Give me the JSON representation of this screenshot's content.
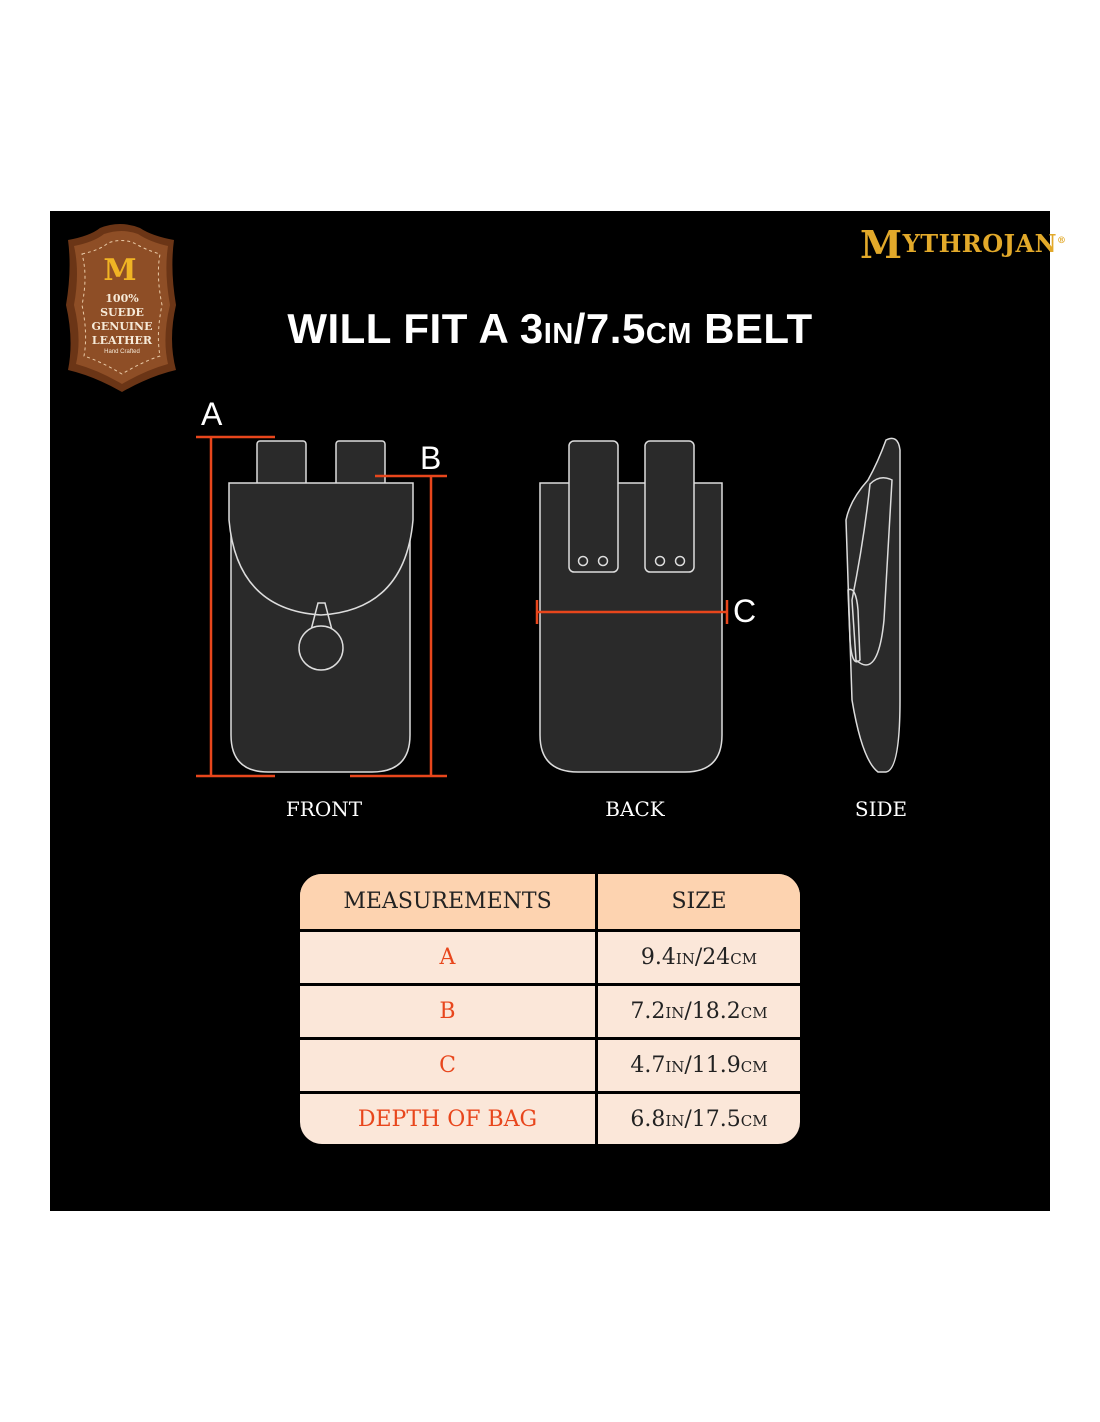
{
  "brand": {
    "logo_initial": "M",
    "logo_rest": "YTHROJAN",
    "registered": "®"
  },
  "badge": {
    "lines": [
      "100%",
      "SUEDE",
      "GENUINE",
      "LEATHER"
    ],
    "subtitle": "Hand Crafted"
  },
  "title": "WILL FIT A 3in/7.5cm BELT",
  "diagram": {
    "dimension_labels": {
      "a": "A",
      "b": "B",
      "c": "C"
    },
    "views": {
      "front": "FRONT",
      "back": "BACK",
      "side": "SIDE"
    }
  },
  "table": {
    "headers": [
      "MEASUREMENTS",
      "SIZE"
    ],
    "rows": [
      {
        "measurement": "A",
        "size": "9.4in/24cm"
      },
      {
        "measurement": "B",
        "size": "7.2in/18.2cm"
      },
      {
        "measurement": "C",
        "size": "4.7in/11.9cm"
      },
      {
        "measurement": "DEPTH OF BAG",
        "size": "6.8in/17.5cm"
      }
    ]
  },
  "colors": {
    "background": "#000000",
    "dimension_line": "#e8461c",
    "bag_fill": "#2a2a2a",
    "header_fill": "#fdd3b0",
    "row_fill": "#fbe7d9",
    "brand_gold": "#e2a92a"
  }
}
